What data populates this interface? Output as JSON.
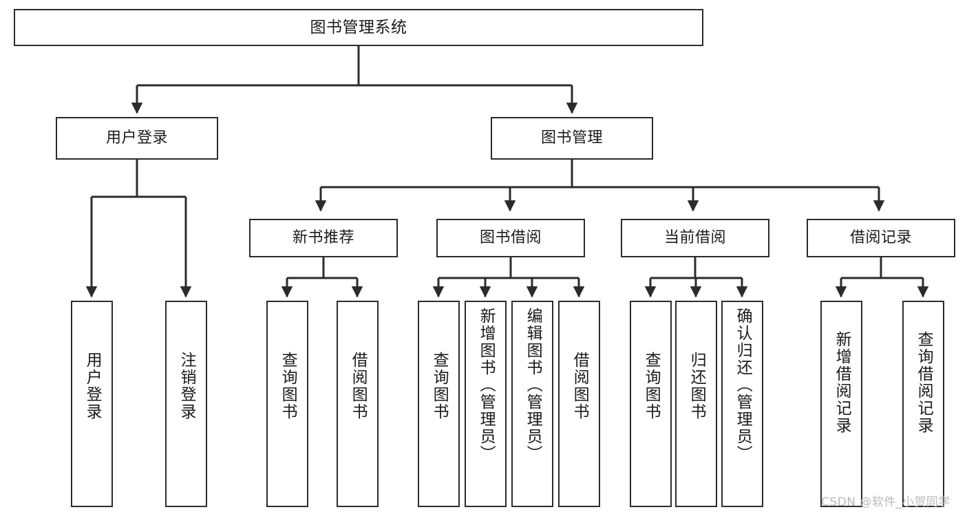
{
  "diagram": {
    "title": "图书管理系统",
    "type": "tree-hierarchy",
    "watermark": "CSDN @软件_小贺同学",
    "colors": {
      "stroke": "#2b2b2b",
      "fill": "#ffffff",
      "text": "#1a1a1a",
      "watermark": "#b9b9b9"
    },
    "nodes": {
      "root": {
        "label": "图书管理系统"
      },
      "level2": [
        {
          "label": "用户登录"
        },
        {
          "label": "图书管理"
        }
      ],
      "level3": [
        {
          "label": "新书推荐"
        },
        {
          "label": "图书借阅"
        },
        {
          "label": "当前借阅"
        },
        {
          "label": "借阅记录"
        }
      ],
      "leaves": {
        "user_login": [
          {
            "label": "用户登录"
          },
          {
            "label": "注销登录"
          }
        ],
        "new_book_recommend": [
          {
            "label": "查询图书"
          },
          {
            "label": "借阅图书"
          }
        ],
        "book_borrow": [
          {
            "label": "查询图书"
          },
          {
            "label": "新增图书（管理员）"
          },
          {
            "label": "编辑图书（管理员）"
          },
          {
            "label": "借阅图书"
          }
        ],
        "current_borrow": [
          {
            "label": "查询图书"
          },
          {
            "label": "归还图书"
          },
          {
            "label": "确认归还（管理员）"
          }
        ],
        "borrow_record": [
          {
            "label": "新增借阅记录"
          },
          {
            "label": "查询借阅记录"
          }
        ]
      }
    }
  }
}
